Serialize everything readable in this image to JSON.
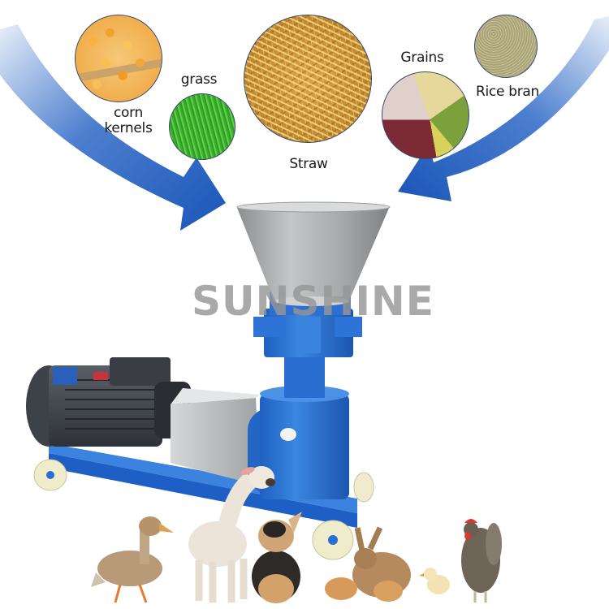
{
  "ingredients": [
    {
      "id": "corn",
      "label_line1": "corn",
      "label_line2": "kernels"
    },
    {
      "id": "grass",
      "label": "grass"
    },
    {
      "id": "straw",
      "label": "Straw"
    },
    {
      "id": "grains",
      "label": "Grains"
    },
    {
      "id": "rice_bran",
      "label": "Rice bran"
    }
  ],
  "watermark": "SUNSHINE",
  "product": "feed pellet machine",
  "animals": [
    "duck",
    "lamb",
    "puppy",
    "rabbits",
    "chick",
    "hen"
  ],
  "colors": {
    "arrow_blue": "#1f58b8",
    "machine_blue": "#2a74d4",
    "motor_gray": "#4a4f57",
    "hopper_steel": "#a9abad",
    "watermark_gray": "#969696"
  }
}
